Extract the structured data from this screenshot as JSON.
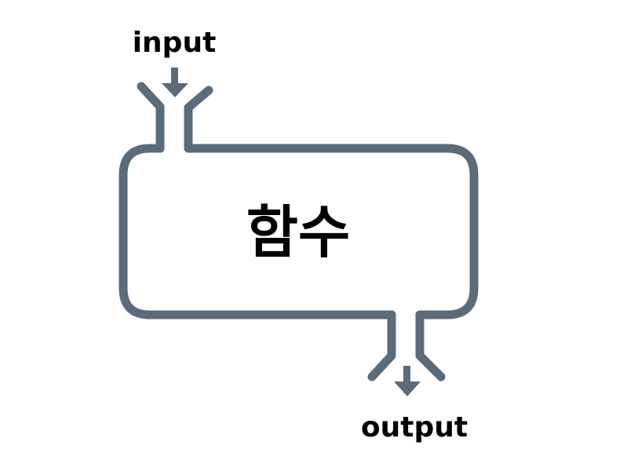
{
  "diagram": {
    "input_label": "input",
    "output_label": "output",
    "function_label": "함수",
    "stroke_color": "#5a6b7b",
    "text_color": "#000000"
  }
}
